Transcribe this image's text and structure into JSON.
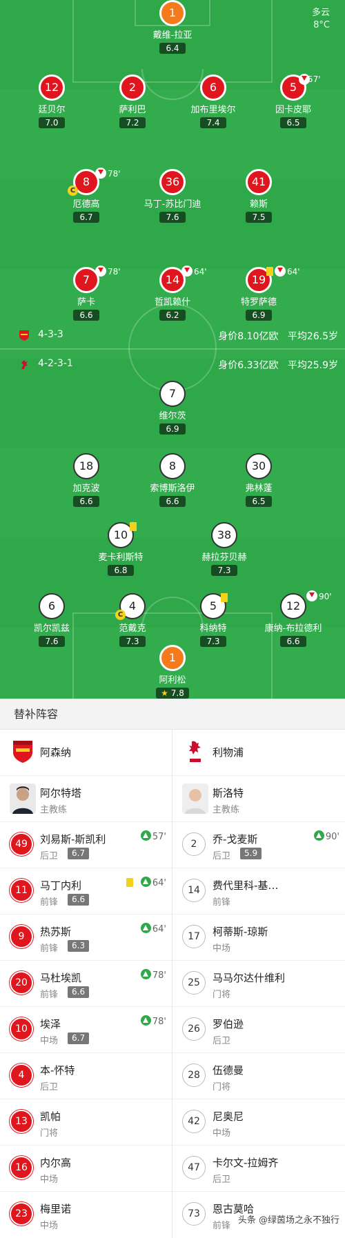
{
  "weather": {
    "condition": "多云",
    "temperature": "8°C"
  },
  "arsenal_lineup": [
    {
      "no": "1",
      "name": "戴维-拉亚",
      "rating": "6.4",
      "gk": true
    },
    {
      "no": "12",
      "name": "廷贝尔",
      "rating": "7.0"
    },
    {
      "no": "2",
      "name": "萨利巴",
      "rating": "7.2"
    },
    {
      "no": "6",
      "name": "加布里埃尔",
      "rating": "7.4"
    },
    {
      "no": "5",
      "name": "因卡皮耶",
      "rating": "6.5",
      "sub_off": "57'"
    },
    {
      "no": "8",
      "name": "厄德高",
      "rating": "6.7",
      "sub_off": "78'",
      "captain": "C"
    },
    {
      "no": "36",
      "name": "马丁-苏比门迪",
      "rating": "7.6"
    },
    {
      "no": "41",
      "name": "赖斯",
      "rating": "7.5"
    },
    {
      "no": "7",
      "name": "萨卡",
      "rating": "6.6",
      "sub_off": "78'"
    },
    {
      "no": "14",
      "name": "哲凯赖什",
      "rating": "6.2",
      "sub_off": "64'"
    },
    {
      "no": "19",
      "name": "特罗萨德",
      "rating": "6.9",
      "sub_off": "64'",
      "yellow": true
    }
  ],
  "formation_arsenal": {
    "formation": "4-3-3",
    "value": "身价8.10亿欧",
    "avg_age": "平均26.5岁"
  },
  "formation_liverpool": {
    "formation": "4-2-3-1",
    "value": "身价6.33亿欧",
    "avg_age": "平均25.9岁"
  },
  "liverpool_lineup": [
    {
      "no": "7",
      "name": "维尔茨",
      "rating": "6.9"
    },
    {
      "no": "18",
      "name": "加克波",
      "rating": "6.6"
    },
    {
      "no": "8",
      "name": "索博斯洛伊",
      "rating": "6.6"
    },
    {
      "no": "30",
      "name": "弗林蓬",
      "rating": "6.5"
    },
    {
      "no": "10",
      "name": "麦卡利斯特",
      "rating": "6.8",
      "yellow": true
    },
    {
      "no": "38",
      "name": "赫拉芬贝赫",
      "rating": "7.3"
    },
    {
      "no": "6",
      "name": "凯尔凯兹",
      "rating": "7.6"
    },
    {
      "no": "4",
      "name": "范戴克",
      "rating": "7.3",
      "captain": "C"
    },
    {
      "no": "5",
      "name": "科纳特",
      "rating": "7.3",
      "yellow": true
    },
    {
      "no": "12",
      "name": "康纳-布拉德利",
      "rating": "6.6",
      "sub_off": "90'"
    },
    {
      "no": "1",
      "name": "阿利松",
      "rating": "7.8",
      "gk": true,
      "motm": true
    }
  ],
  "subs_section": {
    "title": "替补阵容",
    "arsenal": {
      "team_name": "阿森纳",
      "manager": {
        "name": "阿尔特塔",
        "role": "主教练"
      },
      "subs": [
        {
          "no": "49",
          "name": "刘易斯-斯凯利",
          "pos": "后卫",
          "rating": "6.7",
          "in": "57'"
        },
        {
          "no": "11",
          "name": "马丁内利",
          "pos": "前锋",
          "rating": "6.6",
          "in": "64'",
          "yellow": true
        },
        {
          "no": "9",
          "name": "热苏斯",
          "pos": "前锋",
          "rating": "6.3",
          "in": "64'"
        },
        {
          "no": "20",
          "name": "马杜埃凯",
          "pos": "前锋",
          "rating": "6.6",
          "in": "78'"
        },
        {
          "no": "10",
          "name": "埃泽",
          "pos": "中场",
          "rating": "6.7",
          "in": "78'"
        },
        {
          "no": "4",
          "name": "本-怀特",
          "pos": "后卫"
        },
        {
          "no": "13",
          "name": "凯帕",
          "pos": "门将"
        },
        {
          "no": "16",
          "name": "内尔高",
          "pos": "中场"
        },
        {
          "no": "23",
          "name": "梅里诺",
          "pos": "中场"
        }
      ]
    },
    "liverpool": {
      "team_name": "利物浦",
      "manager": {
        "name": "斯洛特",
        "role": "主教练"
      },
      "subs": [
        {
          "no": "2",
          "name": "乔-戈麦斯",
          "pos": "后卫",
          "rating": "5.9",
          "in": "90'"
        },
        {
          "no": "14",
          "name": "费代里科-基…",
          "pos": "前锋"
        },
        {
          "no": "17",
          "name": "柯蒂斯-琼斯",
          "pos": "中场"
        },
        {
          "no": "25",
          "name": "马马尔达什维利",
          "pos": "门将"
        },
        {
          "no": "26",
          "name": "罗伯逊",
          "pos": "后卫"
        },
        {
          "no": "28",
          "name": "伍德曼",
          "pos": "门将"
        },
        {
          "no": "42",
          "name": "尼奥尼",
          "pos": "中场"
        },
        {
          "no": "47",
          "name": "卡尔文-拉姆齐",
          "pos": "后卫"
        },
        {
          "no": "73",
          "name": "恩古莫哈",
          "pos": "前锋"
        }
      ]
    }
  },
  "watermark": "头条 @绿茵场之永不独行",
  "colors": {
    "pitch": "#2fa84a",
    "arsenal_red": "#e0161e",
    "keeper_orange": "#f47a1c",
    "sub_green": "#2fa84a",
    "yellow_card": "#f4d21c"
  }
}
